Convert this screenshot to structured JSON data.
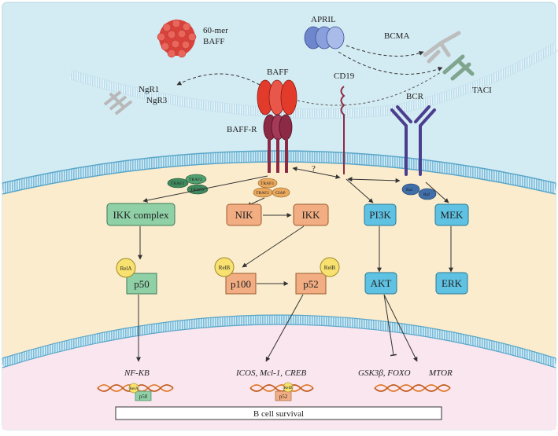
{
  "ligands": {
    "baff_60mer": "60-mer\nBAFF",
    "april": "APRIL",
    "baff": "BAFF"
  },
  "receptors": {
    "bcma": "BCMA",
    "taci": "TACI",
    "ngr1": "NgR1",
    "ngr3": "NgR3",
    "cd19": "CD19",
    "bcr": "BCR",
    "baff_r": "BAFF-R"
  },
  "adaptors": {
    "traf2_a": "TRAF2",
    "traf3_a": "TRAF3",
    "traf6": "TRAF6",
    "traf3_b": "TRAF3",
    "traf2_b": "TRAF2",
    "ciap": "CIAP",
    "ras": "Ras",
    "raf": "Raf"
  },
  "crosstalk_label": "?",
  "nodes": {
    "ikk_complex": "IKK complex",
    "nik": "NIK",
    "ikk": "IKK",
    "pi3k": "PI3K",
    "mek": "MEK",
    "rela": "RelA",
    "p50": "p50",
    "relb_1": "RelB",
    "relb_2": "RelB",
    "p100": "p100",
    "p52": "p52",
    "akt": "AKT",
    "erk": "ERK"
  },
  "targets": {
    "nfkb": "NF-KB",
    "icos": "ICOS, Mcl-1, CREB",
    "gsk": "GSK3β, FOXO",
    "mtor": "MTOR"
  },
  "dna_labels": {
    "rela_small": "RelA",
    "p50_small": "p50",
    "relb_small": "RelB",
    "p52_small": "p52"
  },
  "survival_bar": "B cell survival",
  "colors": {
    "extracellular": "#d3ebf2",
    "cytoplasm": "#fbeccd",
    "nucleus": "#f9e6ee",
    "membrane": "#79bcd8",
    "green_node": "#8fd0a6",
    "orange_node": "#f2ad82",
    "blue_node": "#5fc2e3",
    "rel_yellow": "#f8e16f",
    "baff_red": "#e23b2c",
    "baff_r": "#8c2a45",
    "april_blue": "#6e86cc",
    "bcr_purple": "#4b3e8f"
  }
}
